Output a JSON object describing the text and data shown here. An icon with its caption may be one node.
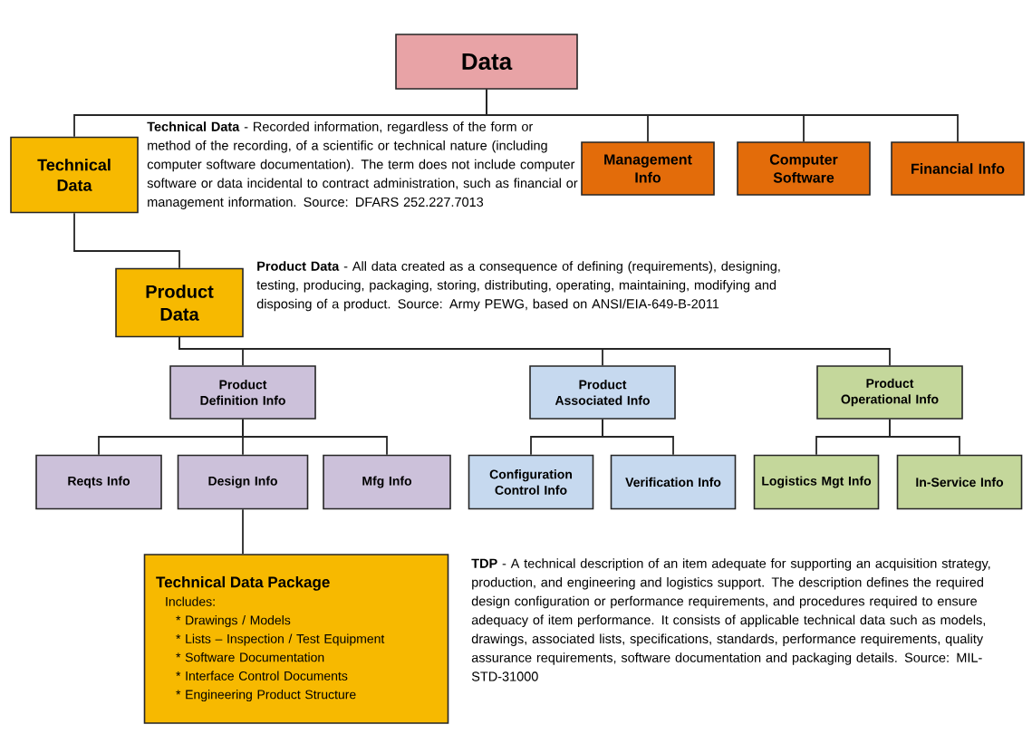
{
  "diagram": {
    "nodes": [
      {
        "text": [
          "Data"
        ]
      },
      {
        "text": [
          "Technical Data"
        ],
        "beside": [
          "**Technical Data** - Recorded information, regardless of the form or method of the recording, of a scientific or technical nature (including computer software documentation).  The term does not include computer software or data incidental to contract administration, such as financial or management information.  Source: DFARS 252.227.7013"
        ]
      },
      {
        "text": [
          "Management Info"
        ]
      },
      {
        "text": [
          "Computer Software"
        ]
      },
      {
        "text": [
          "Financial Info"
        ]
      },
      {
        "text": [
          "Product Data"
        ],
        "beside": [
          "**Product Data** - All data created as a consequence of defining (requirements), designing, testing, producing, packaging, storing, distributing, operating, maintaining, modifying and disposing of a product. Source: Army PEWG, based on ANSI/EIA-649-B-2011"
        ]
      },
      {
        "text": [
          "Product Definition Info"
        ]
      },
      {
        "text": [
          "Product Associated Info"
        ]
      },
      {
        "text": [
          "Product Operational Info"
        ]
      },
      {
        "text": [
          "Reqts Info"
        ]
      },
      {
        "text": [
          "Design Info"
        ]
      },
      {
        "text": [
          "Mfg Info"
        ]
      },
      {
        "text": [
          "Configuration Control Info"
        ]
      },
      {
        "text": [
          "Verification Info"
        ]
      },
      {
        "text": [
          "Logistics Mgt Info"
        ]
      },
      {
        "text": [
          "In-Service Info"
        ]
      },
      {
        "text": [
          "Technical Data Package",
          "Includes:",
          "* Drawings / Models",
          "* Lists – Inspection / Test Equipment",
          "* Software Documentation",
          "* Interface Control Documents",
          "* Engineering Product Structure"
        ],
        "beside": [
          "**TDP** - A technical description of an item adequate for supporting an acquisition strategy, production, and engineering and logistics support. The description defines the required design configuration or performance requirements, and procedures required to ensure adequacy of item performance.  It consists of applicable technical data such as models, drawings, associated lists, specifications, standards, performance requirements, quality assurance requirements, software documentation and packaging details.  Source: MIL-STD-31000"
        ]
      }
    ],
    "edges": [
      {
        "from": 0,
        "to": 1,
        "arrow": "none"
      },
      {
        "from": 0,
        "to": 2,
        "arrow": "none"
      },
      {
        "from": 0,
        "to": 3,
        "arrow": "none"
      },
      {
        "from": 0,
        "to": 4,
        "arrow": "none"
      },
      {
        "from": 1,
        "to": 5,
        "arrow": "none"
      },
      {
        "from": 5,
        "to": 6,
        "arrow": "none"
      },
      {
        "from": 5,
        "to": 7,
        "arrow": "none"
      },
      {
        "from": 5,
        "to": 8,
        "arrow": "none"
      },
      {
        "from": 6,
        "to": 9,
        "arrow": "none"
      },
      {
        "from": 6,
        "to": 10,
        "arrow": "none"
      },
      {
        "from": 6,
        "to": 11,
        "arrow": "none"
      },
      {
        "from": 7,
        "to": 12,
        "arrow": "none"
      },
      {
        "from": 7,
        "to": 13,
        "arrow": "none"
      },
      {
        "from": 8,
        "to": 14,
        "arrow": "none"
      },
      {
        "from": 8,
        "to": 15,
        "arrow": "none"
      },
      {
        "from": 10,
        "to": 16,
        "arrow": "none"
      }
    ]
  }
}
